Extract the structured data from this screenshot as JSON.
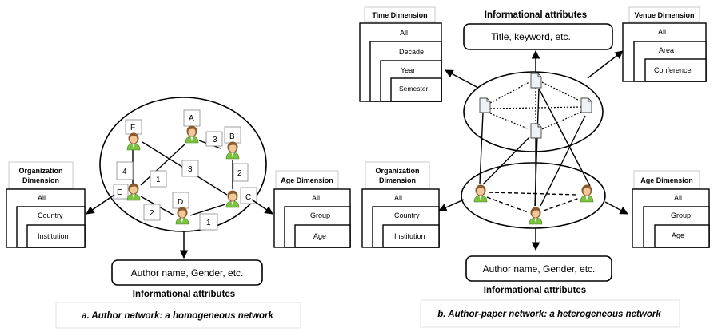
{
  "left_network": {
    "caption": "a. Author network: a homogeneous network",
    "informational_attributes": {
      "box_text": "Author name, Gender,  etc.",
      "label": "Informational attributes"
    },
    "node_labels": [
      "A",
      "B",
      "C",
      "D",
      "E",
      "F"
    ],
    "edge_weights": [
      "3",
      "2",
      "1",
      "2",
      "4",
      "1",
      "3"
    ],
    "organization_dimension": {
      "title_line1": "Organization",
      "title_line2": "Dimension",
      "levels": [
        "All",
        "Country",
        "Institution"
      ]
    },
    "age_dimension": {
      "title": "Age Dimension",
      "levels": [
        "All",
        "Group",
        "Age"
      ]
    }
  },
  "right_network": {
    "caption": "b. Author-paper network: a heterogeneous network",
    "top_attributes": {
      "label": "Informational attributes",
      "box_text": "Title, keyword,  etc."
    },
    "bottom_attributes": {
      "box_text": "Author name, Gender,  etc.",
      "label": "Informational attributes"
    },
    "time_dimension": {
      "title": "Time Dimension",
      "levels": [
        "All",
        "Decade",
        "Year",
        "Semester"
      ]
    },
    "venue_dimension": {
      "title": "Venue Dimension",
      "levels": [
        "All",
        "Area",
        "Conference"
      ]
    },
    "organization_dimension": {
      "title_line1": "Organization",
      "title_line2": "Dimension",
      "levels": [
        "All",
        "Country",
        "Institution"
      ]
    },
    "age_dimension": {
      "title": "Age Dimension",
      "levels": [
        "All",
        "Group",
        "Age"
      ]
    }
  },
  "colors": {
    "skin": "#f2c89a",
    "hair": "#8a5a2b",
    "shirt_green": "#7cc242",
    "doc_fill": "#eef2f7",
    "line": "#000000"
  },
  "icons": [
    "person-icon",
    "document-icon"
  ]
}
